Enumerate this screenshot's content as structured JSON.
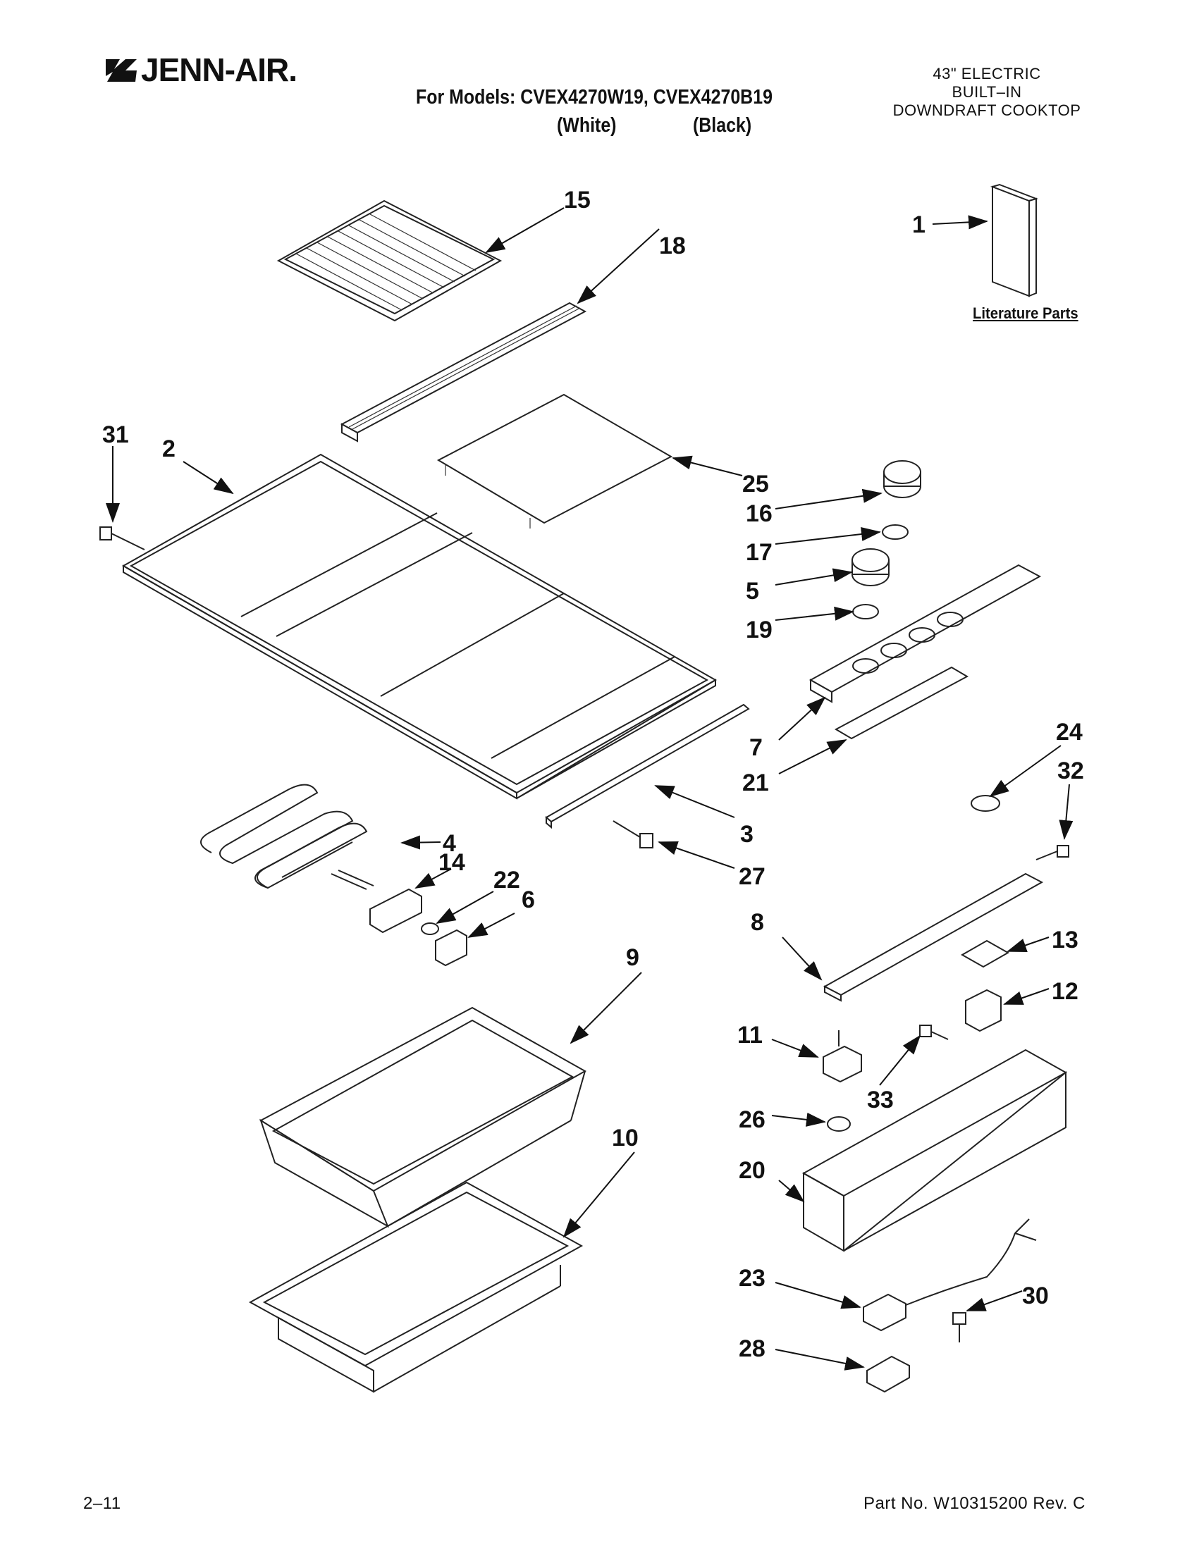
{
  "brand": {
    "name": "JENN-AIR."
  },
  "header": {
    "models_line": "For Models: CVEX4270W19, CVEX4270B19",
    "color_white": "(White)",
    "color_black": "(Black)",
    "product_desc": [
      "43\" ELECTRIC",
      "BUILT–IN",
      "DOWNDRAFT COOKTOP"
    ]
  },
  "literature_label": "Literature Parts",
  "callouts": {
    "c1": "1",
    "c2": "2",
    "c3": "3",
    "c4": "4",
    "c5": "5",
    "c6": "6",
    "c7": "7",
    "c8": "8",
    "c9": "9",
    "c10": "10",
    "c11": "11",
    "c12": "12",
    "c13": "13",
    "c14": "14",
    "c15": "15",
    "c16": "16",
    "c17": "17",
    "c18": "18",
    "c19": "19",
    "c20": "20",
    "c21": "21",
    "c22": "22",
    "c23": "23",
    "c24": "24",
    "c25": "25",
    "c26": "26",
    "c27": "27",
    "c28": "28",
    "c30": "30",
    "c31": "31",
    "c32": "32",
    "c33": "33"
  },
  "footer": {
    "date": "2–11",
    "part_no": "Part No. W10315200 Rev. C"
  }
}
